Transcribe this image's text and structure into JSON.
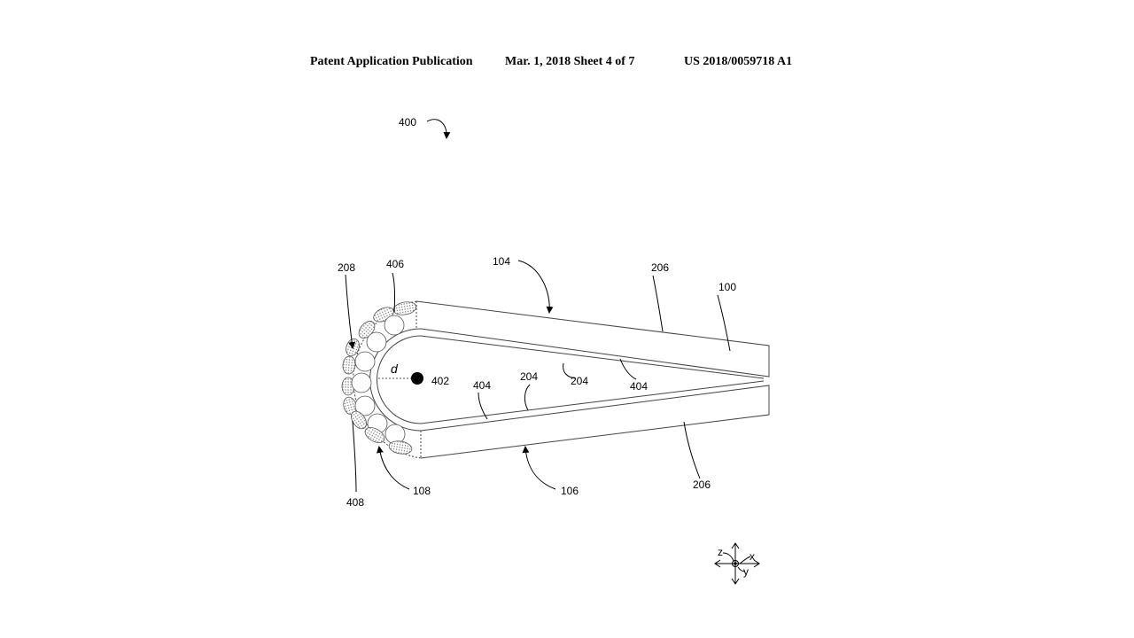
{
  "header": {
    "left": "Patent Application Publication",
    "middle": "Mar. 1, 2018  Sheet 4 of 7",
    "right": "US 2018/0059718 A1"
  },
  "figure": {
    "labels": {
      "ref_400": "400",
      "ref_208": "208",
      "ref_406": "406",
      "ref_104": "104",
      "ref_206_top": "206",
      "ref_100": "100",
      "ref_d": "d",
      "ref_402": "402",
      "ref_404_left": "404",
      "ref_204_a": "204",
      "ref_204_b": "204",
      "ref_404_right": "404",
      "ref_408": "408",
      "ref_108": "108",
      "ref_106": "106",
      "ref_206_bottom": "206"
    },
    "axes": {
      "z": "z",
      "x": "x",
      "y": "y"
    }
  }
}
